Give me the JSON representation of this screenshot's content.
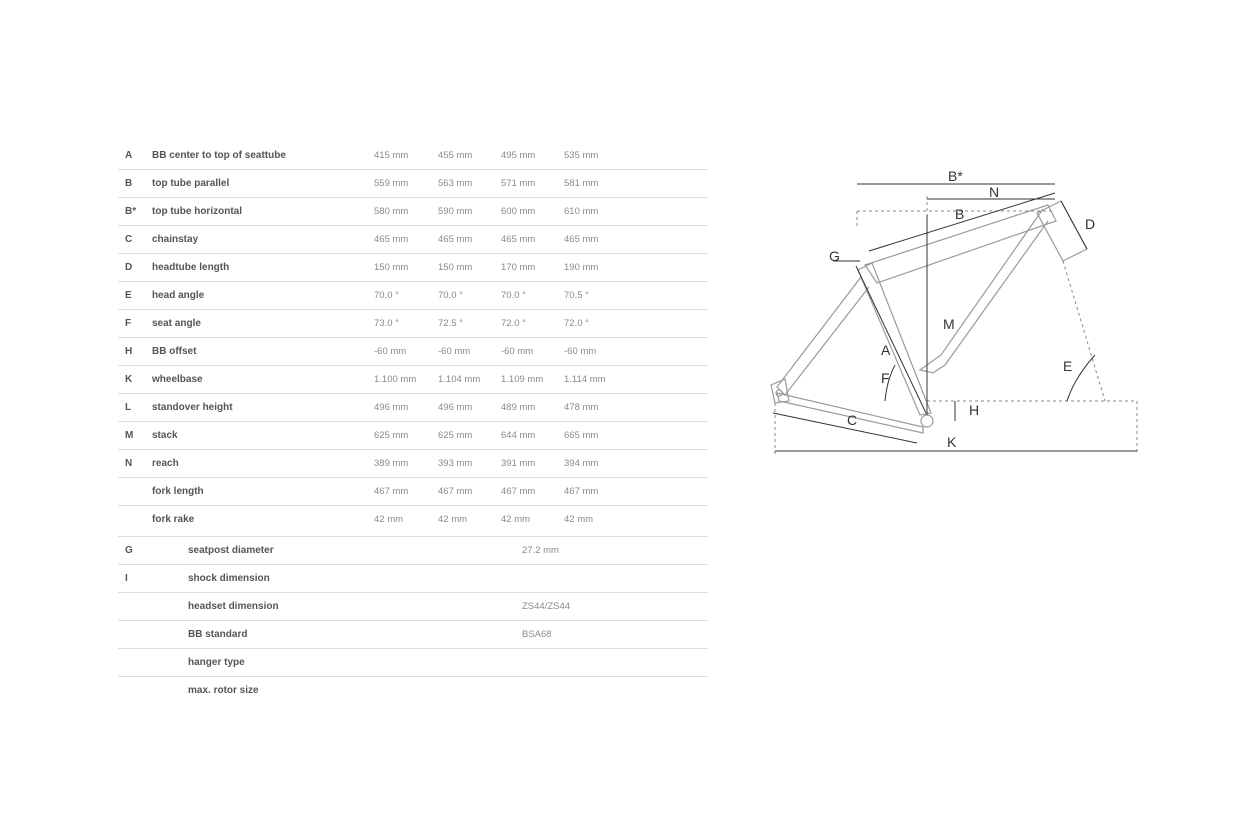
{
  "geometry": {
    "rows": [
      {
        "code": "A",
        "label": "BB center to top of seattube",
        "values": [
          "415 mm",
          "455 mm",
          "495 mm",
          "535 mm"
        ]
      },
      {
        "code": "B",
        "label": "top tube parallel",
        "values": [
          "559 mm",
          "563 mm",
          "571 mm",
          "581 mm"
        ]
      },
      {
        "code": "B*",
        "label": "top tube horizontal",
        "values": [
          "580 mm",
          "590 mm",
          "600 mm",
          "610 mm"
        ]
      },
      {
        "code": "C",
        "label": "chainstay",
        "values": [
          "465 mm",
          "465 mm",
          "465 mm",
          "465 mm"
        ]
      },
      {
        "code": "D",
        "label": "headtube length",
        "values": [
          "150 mm",
          "150 mm",
          "170 mm",
          "190 mm"
        ]
      },
      {
        "code": "E",
        "label": "head angle",
        "values": [
          "70.0 °",
          "70.0 °",
          "70.0 °",
          "70.5 °"
        ]
      },
      {
        "code": "F",
        "label": "seat angle",
        "values": [
          "73.0 °",
          "72.5 °",
          "72.0 °",
          "72.0 °"
        ]
      },
      {
        "code": "H",
        "label": "BB offset",
        "values": [
          "-60 mm",
          "-60 mm",
          "-60 mm",
          "-60 mm"
        ]
      },
      {
        "code": "K",
        "label": "wheelbase",
        "values": [
          "1.100 mm",
          "1.104 mm",
          "1.109 mm",
          "1.114 mm"
        ]
      },
      {
        "code": "L",
        "label": "standover height",
        "values": [
          "496 mm",
          "496 mm",
          "489 mm",
          "478 mm"
        ]
      },
      {
        "code": "M",
        "label": "stack",
        "values": [
          "625 mm",
          "625 mm",
          "644 mm",
          "665 mm"
        ]
      },
      {
        "code": "N",
        "label": "reach",
        "values": [
          "389 mm",
          "393 mm",
          "391 mm",
          "394 mm"
        ]
      },
      {
        "code": "",
        "label": "fork length",
        "values": [
          "467 mm",
          "467 mm",
          "467 mm",
          "467 mm"
        ]
      },
      {
        "code": "",
        "label": "fork rake",
        "values": [
          "42 mm",
          "42 mm",
          "42 mm",
          "42 mm"
        ]
      }
    ]
  },
  "specs": {
    "rows": [
      {
        "code": "G",
        "label": "seatpost diameter",
        "value": "27.2 mm"
      },
      {
        "code": "I",
        "label": "shock dimension",
        "value": ""
      },
      {
        "code": "",
        "label": "headset dimension",
        "value": "ZS44/ZS44"
      },
      {
        "code": "",
        "label": "BB standard",
        "value": "BSA68"
      },
      {
        "code": "",
        "label": "hanger type",
        "value": ""
      },
      {
        "code": "",
        "label": "max. rotor size",
        "value": ""
      }
    ]
  },
  "diagram": {
    "labels": {
      "b_star": "B*",
      "n": "N",
      "b": "B",
      "d": "D",
      "g": "G",
      "m": "M",
      "a": "A",
      "f": "F",
      "e": "E",
      "h": "H",
      "c": "C",
      "k": "K"
    }
  }
}
